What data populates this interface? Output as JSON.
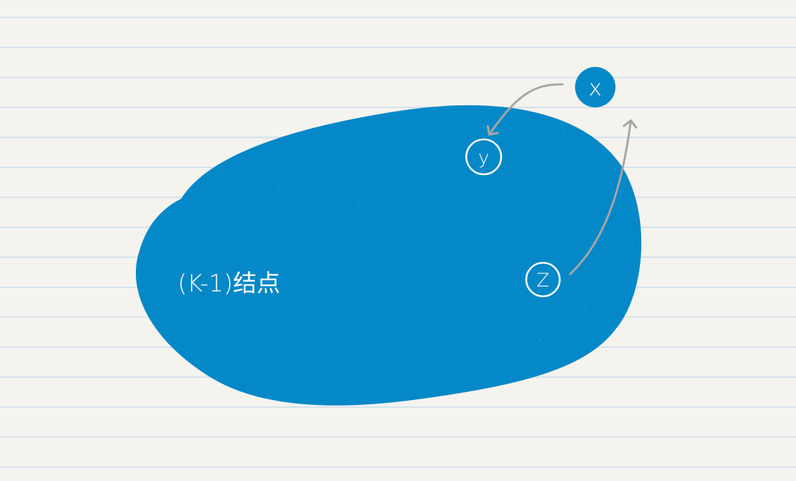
{
  "colors": {
    "background": "#f5f3ee",
    "ruled_line": "#d3e2ec",
    "blob_fill": "#0488c7",
    "arrow": "#a6a6a6",
    "node_stroke": "#ffffff",
    "text": "#ffffff"
  },
  "blob": {
    "label": "(K-1)结点"
  },
  "nodes": {
    "x": "x",
    "y": "y",
    "z": "Z"
  }
}
